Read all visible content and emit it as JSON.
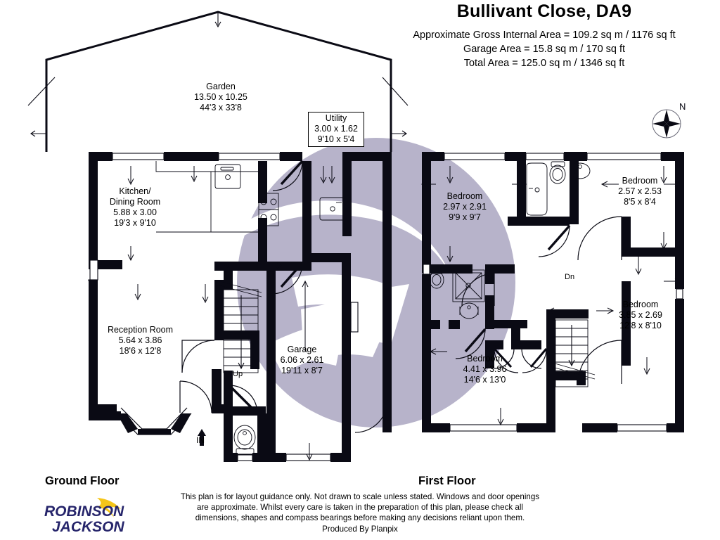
{
  "header": {
    "title": "Bullivant Close, DA9",
    "areas": [
      "Approximate Gross Internal Area = 109.2 sq m / 1176 sq ft",
      "Garage Area = 15.8 sq m / 170 sq ft",
      "Total Area = 125.0 sq m / 1346 sq ft"
    ]
  },
  "compass": {
    "north_label": "N"
  },
  "ground_floor": {
    "caption": "Ground Floor",
    "rooms": [
      {
        "name": "Garden",
        "metric": "13.50 x 10.25",
        "imperial": "44'3 x 33'8"
      },
      {
        "name": "Utility",
        "metric": "3.00 x 1.62",
        "imperial": "9'10 x 5'4"
      },
      {
        "name": "Kitchen/\nDining Room",
        "name_line1": "Kitchen/",
        "name_line2": "Dining Room",
        "metric": "5.88 x 3.00",
        "imperial": "19'3 x 9'10"
      },
      {
        "name": "Reception Room",
        "metric": "5.64 x 3.86",
        "imperial": "18'6 x 12'8"
      },
      {
        "name": "Garage",
        "metric": "6.06 x 2.61",
        "imperial": "19'11 x 8'7"
      }
    ],
    "markers": {
      "stairs_up": "Up",
      "entrance": "IN"
    }
  },
  "first_floor": {
    "caption": "First Floor",
    "rooms": [
      {
        "name": "Bedroom",
        "metric": "2.97 x 2.91",
        "imperial": "9'9 x 9'7"
      },
      {
        "name": "Bedroom",
        "metric": "2.57 x 2.53",
        "imperial": "8'5 x 8'4"
      },
      {
        "name": "Bedroom",
        "metric": "3.85 x 2.69",
        "imperial": "12'8 x 8'10"
      },
      {
        "name": "Bedroom",
        "metric": "4.41 x 3.96",
        "imperial": "14'6 x 13'0"
      }
    ],
    "markers": {
      "stairs_down": "Dn"
    }
  },
  "footer": {
    "disclaimer_lines": [
      "This plan is for layout guidance only. Not drawn to scale unless stated. Windows and door openings",
      "are approximate. Whilst every care is taken in the preparation of this plan, please check all",
      "dimensions, shapes and compass bearings before making any decisions reliant upon them.",
      "Produced By Planpix"
    ],
    "logo": {
      "line1": "ROBINSON",
      "line2": "JACKSON"
    }
  },
  "colors": {
    "wall": "#0a0a14",
    "watermark": "#b7b3ca",
    "logo_text": "#26256b",
    "logo_accent": "#f5c518",
    "background": "#ffffff"
  }
}
